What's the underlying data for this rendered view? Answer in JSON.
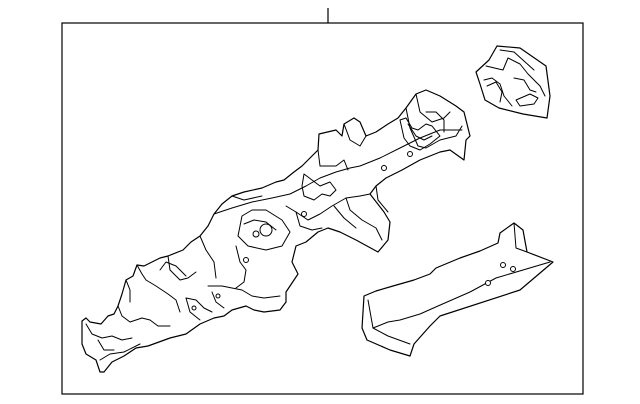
{
  "diagram": {
    "type": "parts-illustration",
    "parts": [
      {
        "id": "frame-rail",
        "kind": "main-assembly"
      },
      {
        "id": "bracket",
        "kind": "small-part"
      },
      {
        "id": "reinforcement-plate",
        "kind": "small-part"
      }
    ],
    "callout_leader": {
      "visible": true,
      "label": ""
    }
  },
  "colors": {
    "line": "#000000",
    "fill": "#ffffff",
    "background": "#ffffff"
  }
}
